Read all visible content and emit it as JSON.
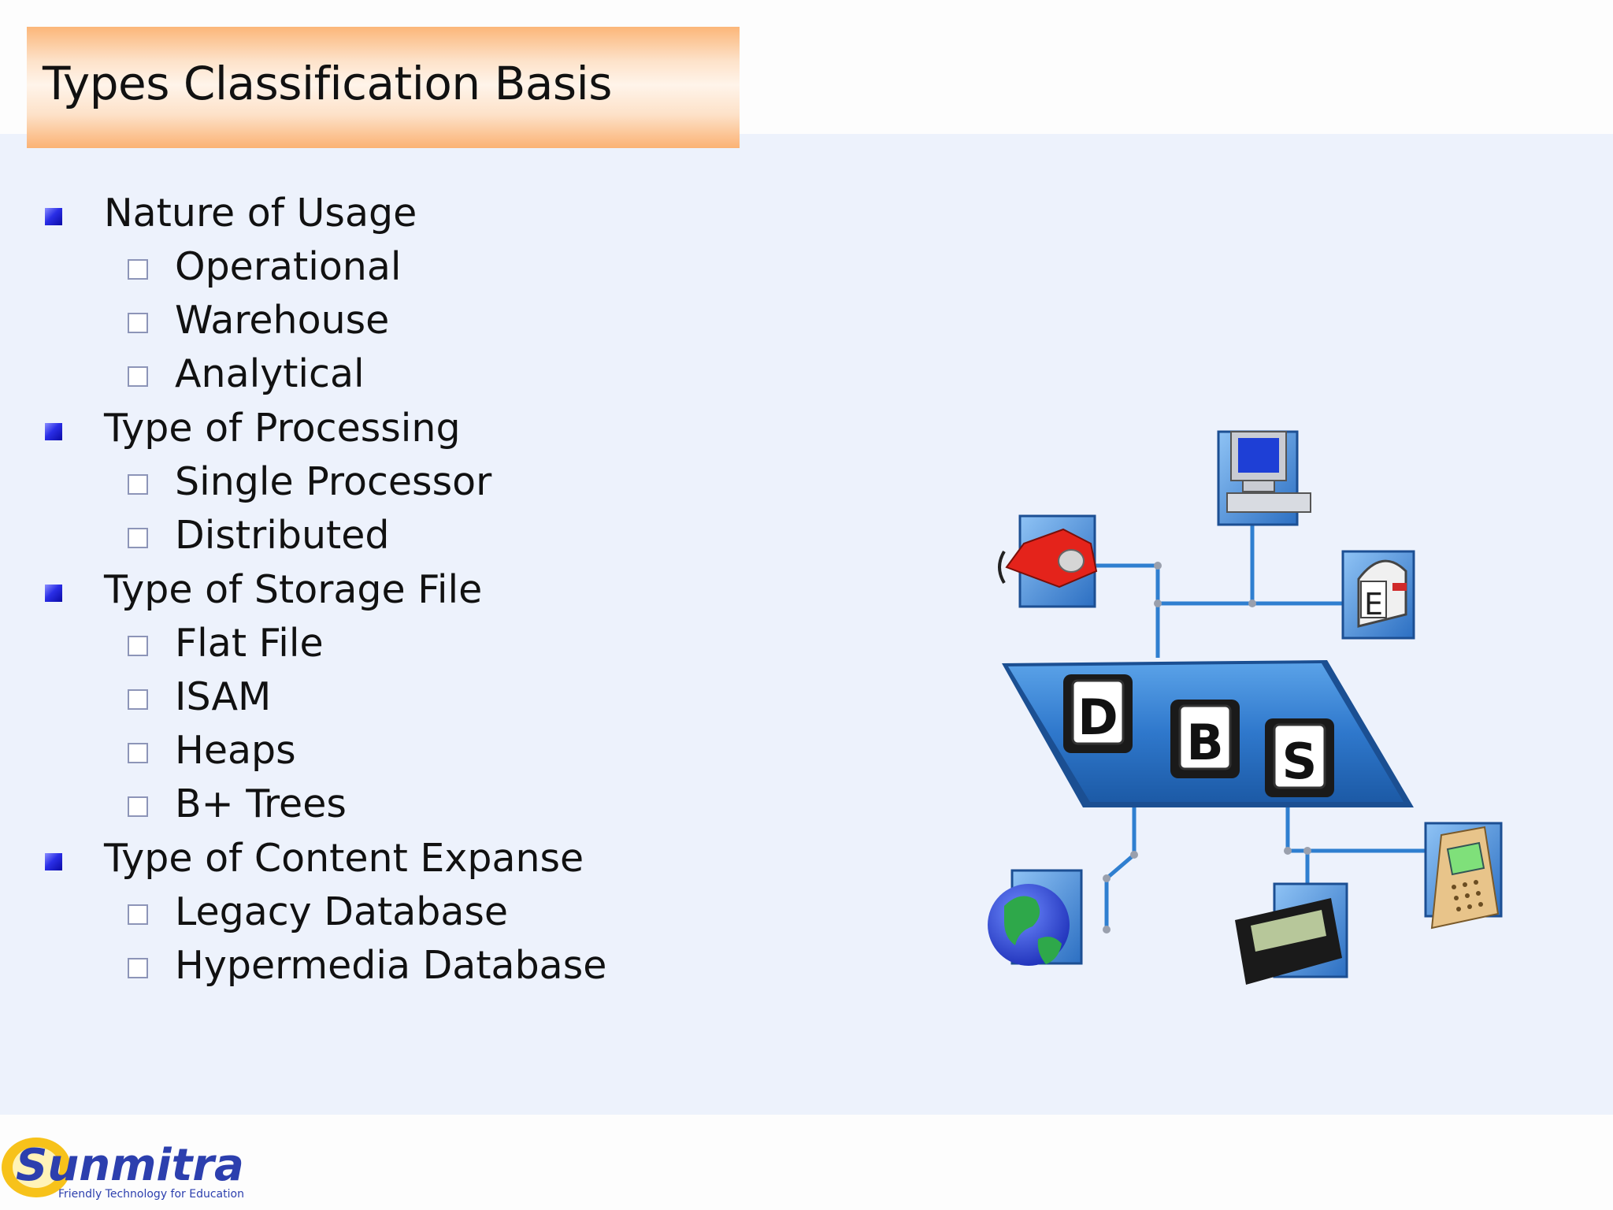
{
  "slide": {
    "title": "Types Classification Basis",
    "outline": [
      {
        "label": "Nature of Usage",
        "children": [
          "Operational",
          "Warehouse",
          "Analytical"
        ]
      },
      {
        "label": "Type of Processing",
        "children": [
          "Single Processor",
          "Distributed"
        ]
      },
      {
        "label": "Type of Storage File",
        "children": [
          "Flat File",
          "ISAM",
          "Heaps",
          "B+ Trees"
        ]
      },
      {
        "label": "Type of Content Expanse",
        "children": [
          "Legacy Database",
          "Hypermedia Database"
        ]
      }
    ]
  },
  "illustration": {
    "letters": [
      "D",
      "B",
      "S"
    ],
    "mailbox_letter": "E",
    "icons": [
      "computer-icon",
      "telephone-icon",
      "mailbox-icon",
      "globe-icon",
      "pager-icon",
      "mobile-phone-icon"
    ]
  },
  "logo": {
    "name": "Sunmitra",
    "tagline": "Friendly Technology for Education"
  },
  "colors": {
    "content_bg": "#edf2fc",
    "title_gradient_edge": "#fcb679",
    "bullet_blue": "#2a2ee6",
    "network_line": "#2f7fd0"
  }
}
